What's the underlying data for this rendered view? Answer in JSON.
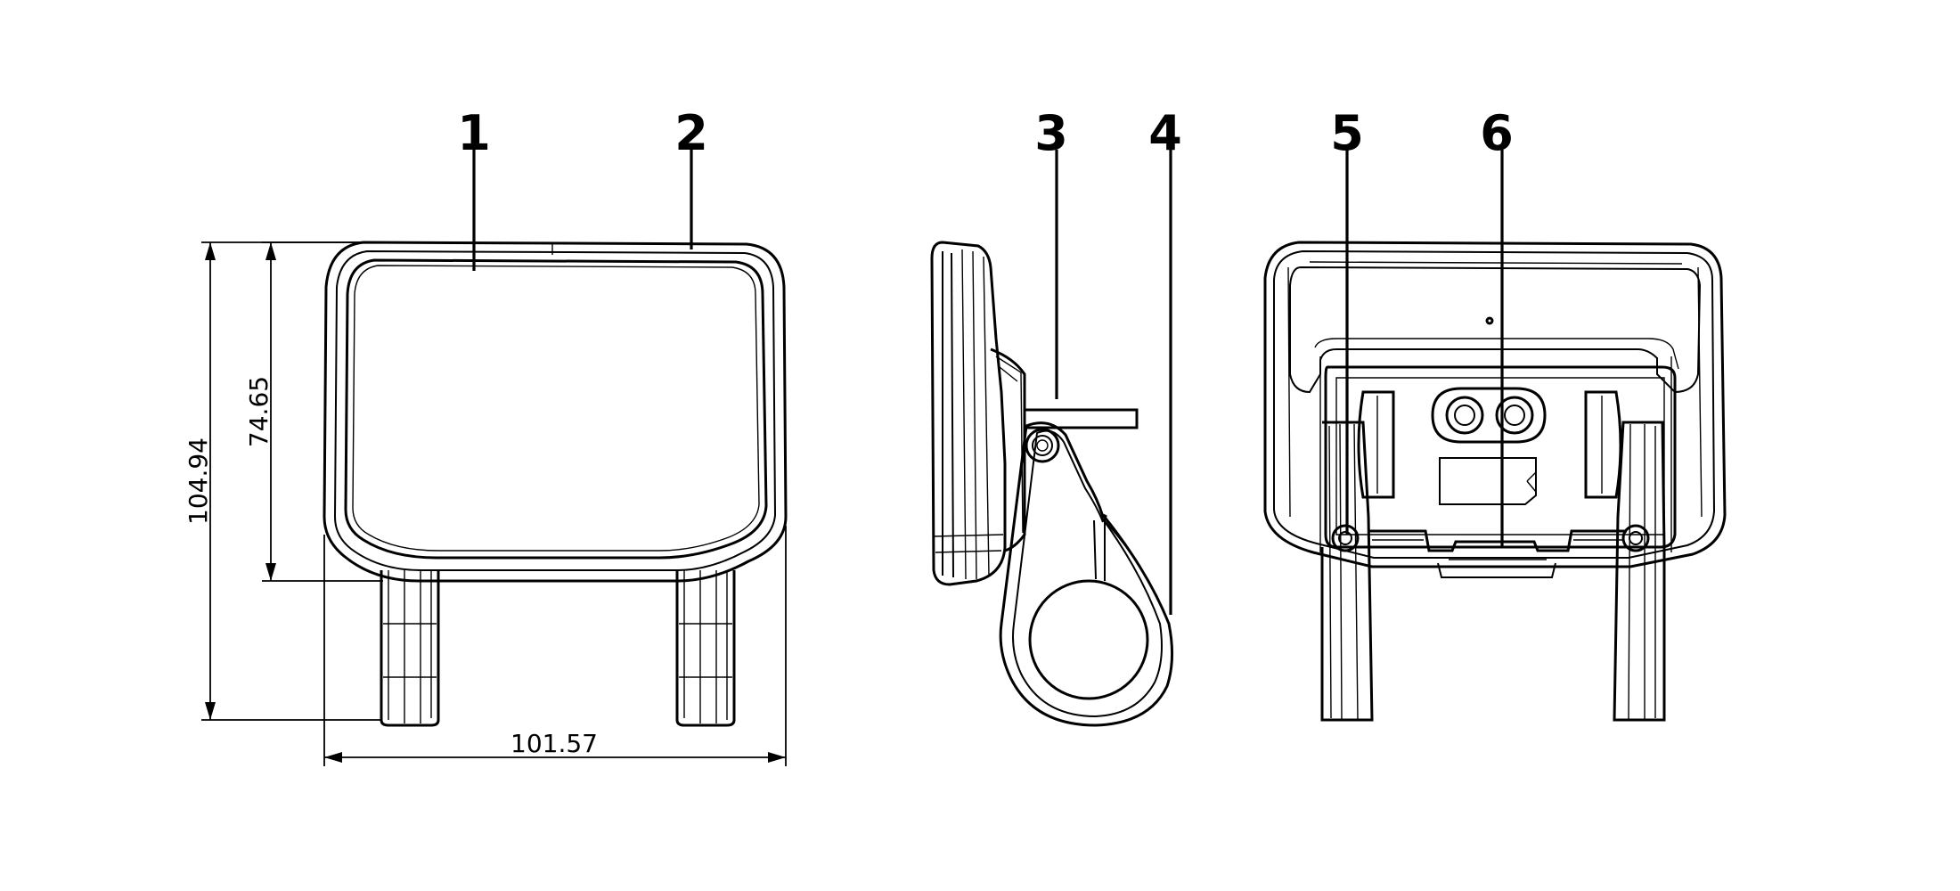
{
  "callouts": {
    "c1": "1",
    "c2": "2",
    "c3": "3",
    "c4": "4",
    "c5": "5",
    "c6": "6"
  },
  "dimensions": {
    "overall_height": "104.94",
    "display_height": "74.65",
    "overall_width": "101.57"
  },
  "colors": {
    "line": "#000000",
    "background": "#ffffff"
  }
}
